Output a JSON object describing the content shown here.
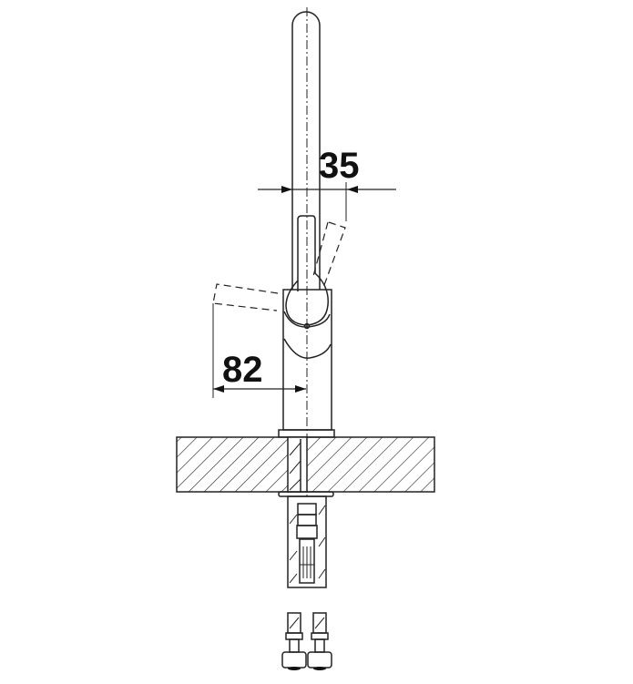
{
  "drawing": {
    "dimensions": [
      {
        "id": "spout-offset",
        "label": "35"
      },
      {
        "id": "lever-swing",
        "label": "82"
      }
    ],
    "colors": {
      "line": "#222222",
      "background": "#ffffff"
    }
  }
}
